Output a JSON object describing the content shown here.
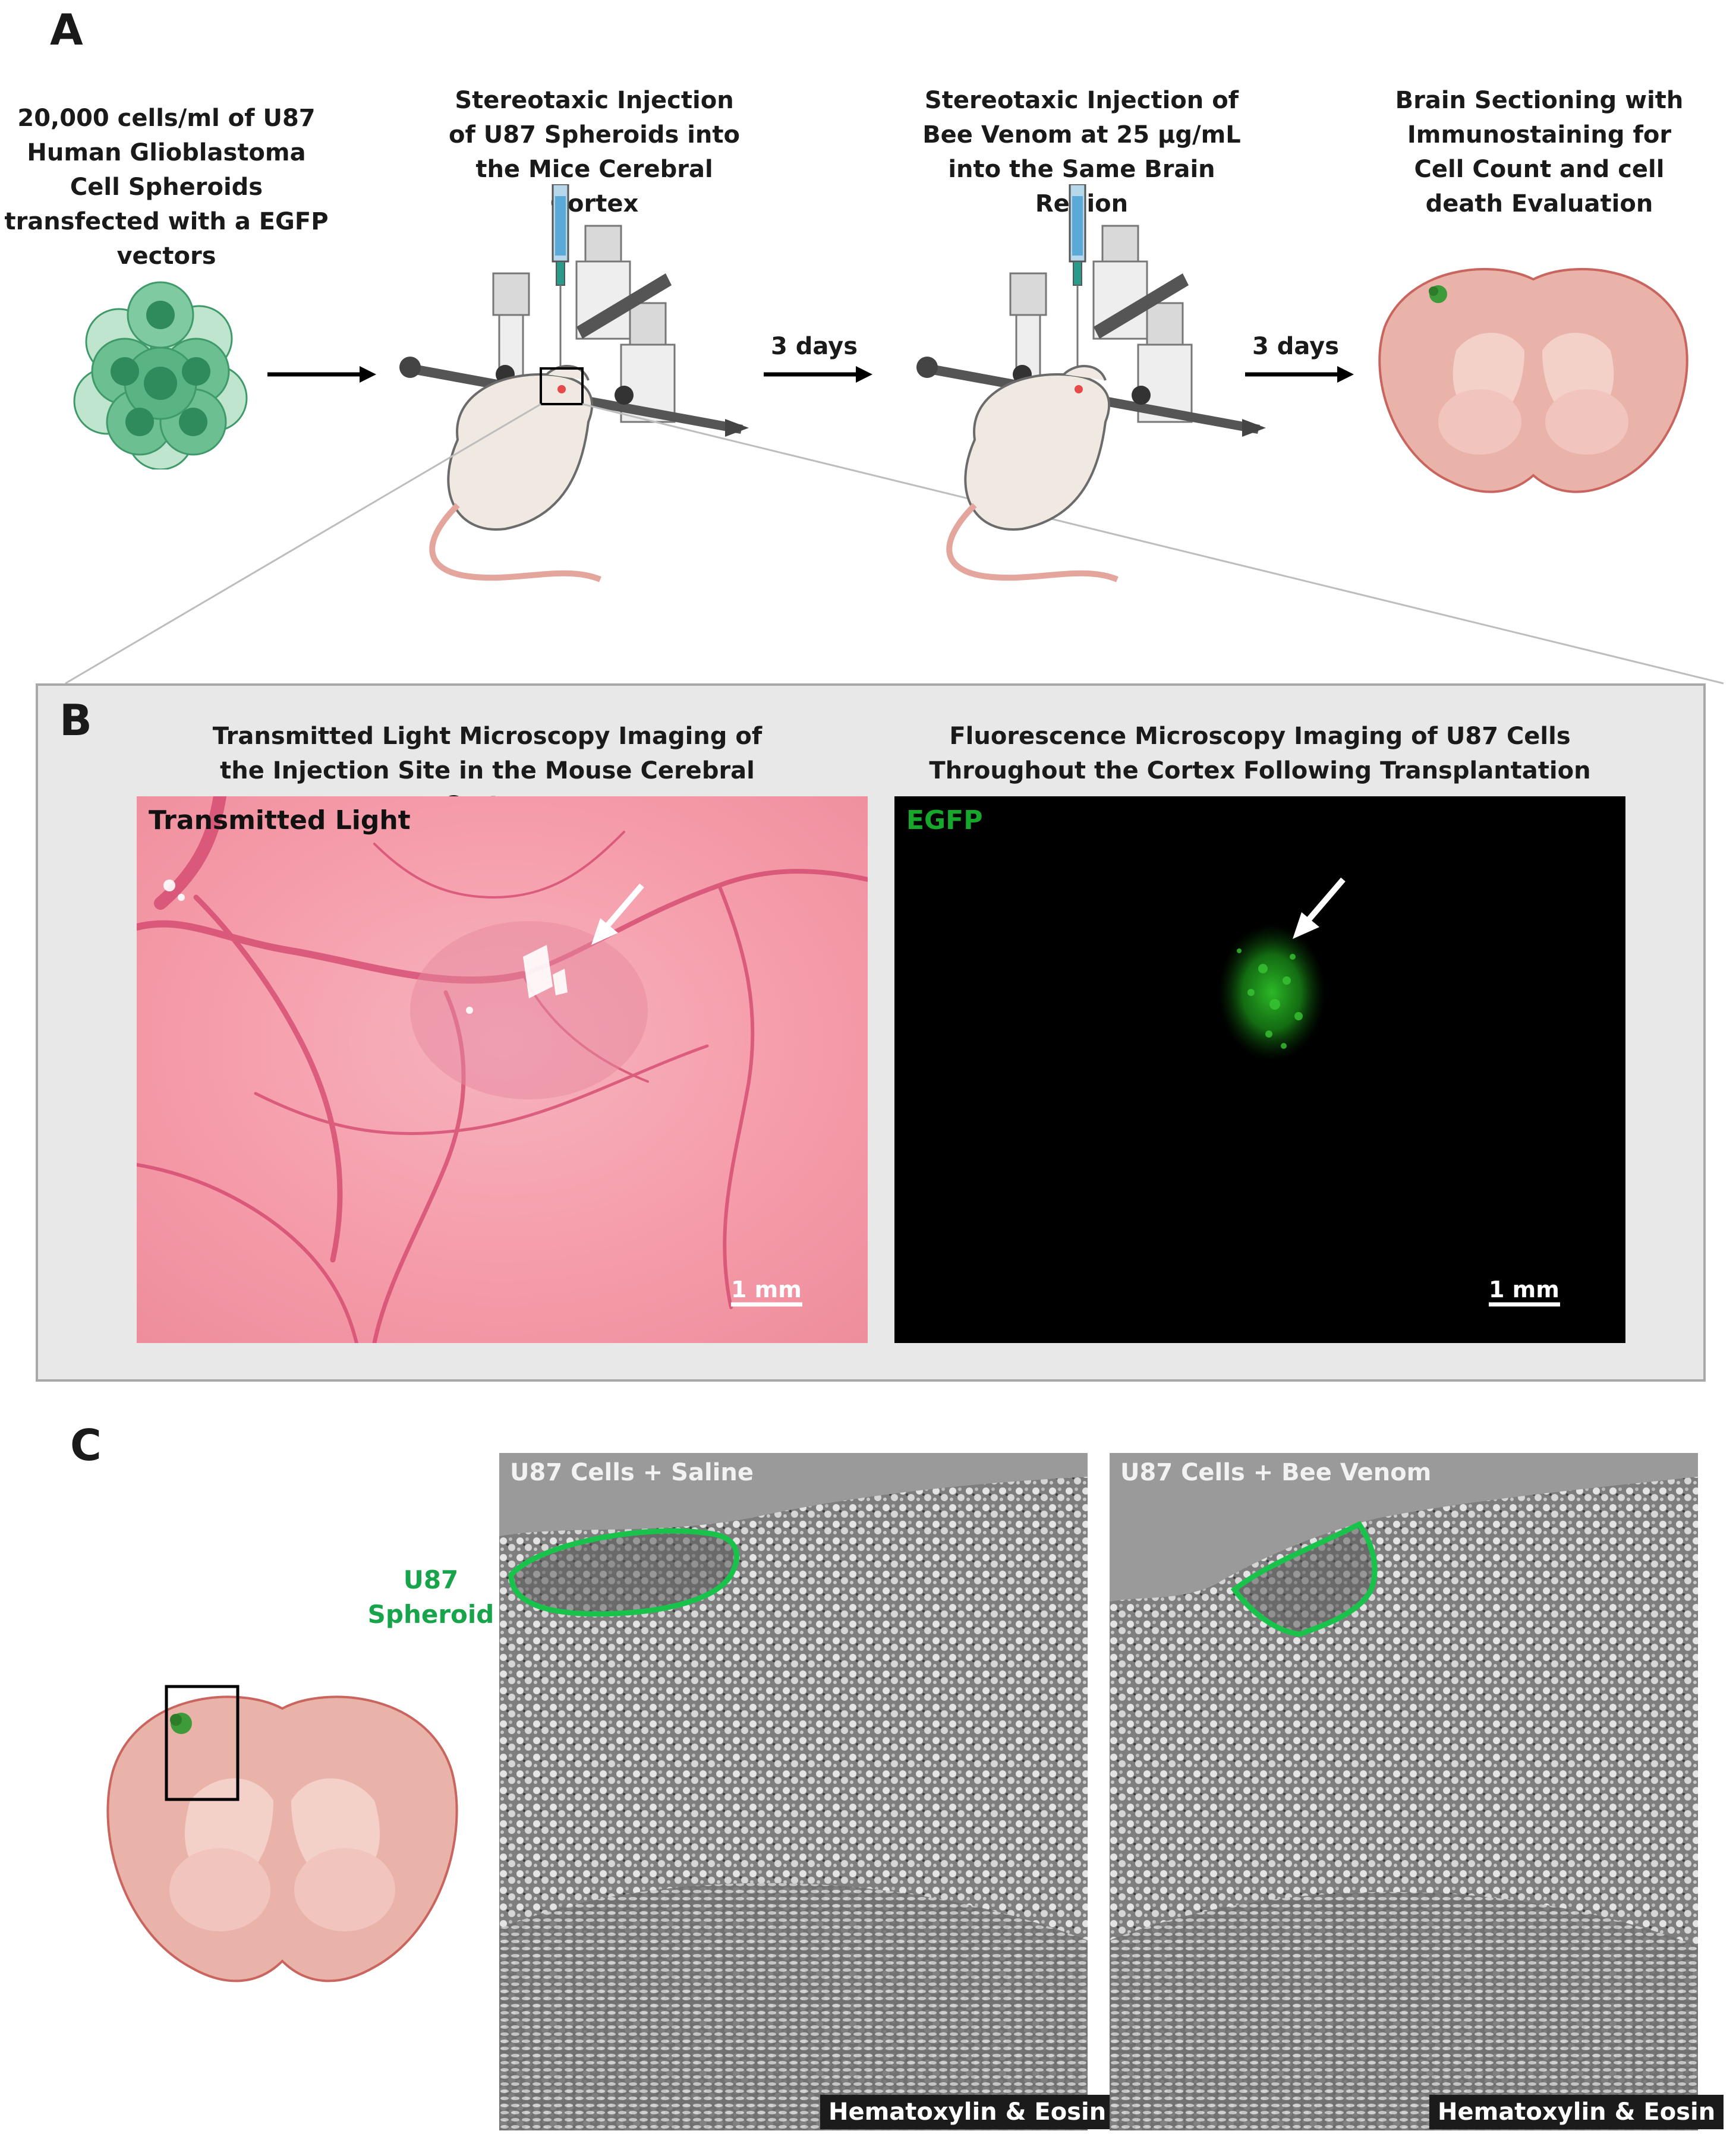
{
  "panel_a": {
    "letter": "A",
    "step1": "20,000 cells/ml of U87 Human Glioblastoma Cell Spheroids transfected with a EGFP vectors",
    "step2": "Stereotaxic Injection of U87 Spheroids into the Mice Cerebral Cortex",
    "step3": "Stereotaxic Injection of Bee Venom at 25 µg/mL into the Same Brain Region",
    "step4": "Brain Sectioning with Immunostaining for Cell Count and cell death Evaluation",
    "arrow1_label": "3 days",
    "arrow2_label": "3 days"
  },
  "panel_b": {
    "letter": "B",
    "left_caption": "Transmitted Light Microscopy Imaging of the Injection Site in the Mouse Cerebral Cortex",
    "right_caption": "Fluorescence Microscopy Imaging of U87 Cells Throughout the Cortex Following Transplantation",
    "left_tag": "Transmitted Light",
    "right_tag": "EGFP",
    "scale_left": "1 mm",
    "scale_right": "1 mm"
  },
  "panel_c": {
    "letter": "C",
    "spheroid_label": "U87 Spheroid",
    "left_tag": "U87 Cells + Saline",
    "right_tag": "U87 Cells + Bee Venom",
    "stain_left": "Hematoxylin & Eosin",
    "stain_right": "Hematoxylin & Eosin"
  },
  "colors": {
    "egfp_green": "#16a82a",
    "spheroid_outline": "#19c24a",
    "brain_pink": "#e9b3aa",
    "tissue_pink": "#f59aa8"
  }
}
